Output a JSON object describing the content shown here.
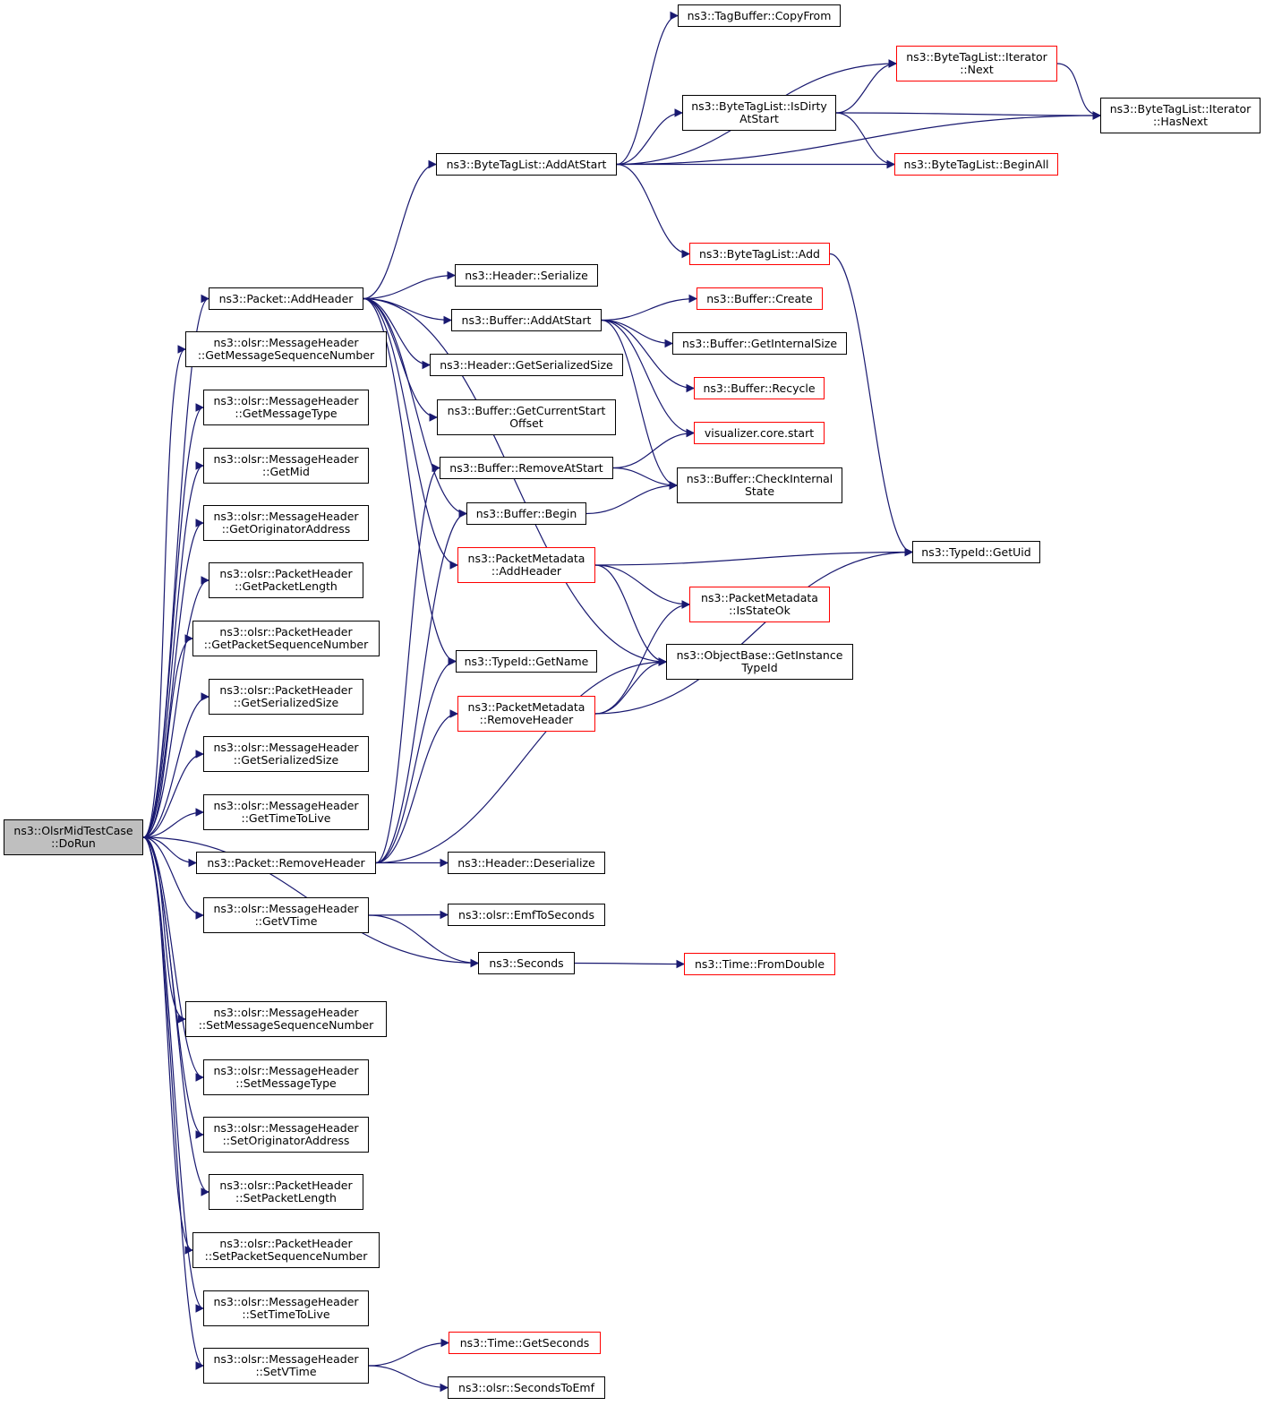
{
  "colors": {
    "edge": "#191970",
    "border": "#000000",
    "truncated_border": "#ff0000",
    "root_fill": "#bfbfbf",
    "background": "#ffffff"
  },
  "nodes": {
    "root": {
      "line1": "ns3::OlsrMidTestCase",
      "line2": "::DoRun",
      "truncated": false
    },
    "pkt_addheader": {
      "line1": "ns3::Packet::AddHeader",
      "truncated": false
    },
    "mh_getmsgseq": {
      "line1": "ns3::olsr::MessageHeader",
      "line2": "::GetMessageSequenceNumber",
      "truncated": false
    },
    "mh_getmsgtype": {
      "line1": "ns3::olsr::MessageHeader",
      "line2": "::GetMessageType",
      "truncated": false
    },
    "mh_getmid": {
      "line1": "ns3::olsr::MessageHeader",
      "line2": "::GetMid",
      "truncated": false
    },
    "mh_getorig": {
      "line1": "ns3::olsr::MessageHeader",
      "line2": "::GetOriginatorAddress",
      "truncated": false
    },
    "ph_getpktlen": {
      "line1": "ns3::olsr::PacketHeader",
      "line2": "::GetPacketLength",
      "truncated": false
    },
    "ph_getpktseq": {
      "line1": "ns3::olsr::PacketHeader",
      "line2": "::GetPacketSequenceNumber",
      "truncated": false
    },
    "ph_getsersize": {
      "line1": "ns3::olsr::PacketHeader",
      "line2": "::GetSerializedSize",
      "truncated": false
    },
    "mh_getsersize": {
      "line1": "ns3::olsr::MessageHeader",
      "line2": "::GetSerializedSize",
      "truncated": false
    },
    "mh_getttl": {
      "line1": "ns3::olsr::MessageHeader",
      "line2": "::GetTimeToLive",
      "truncated": false
    },
    "pkt_removeheader": {
      "line1": "ns3::Packet::RemoveHeader",
      "truncated": false
    },
    "mh_getvtime": {
      "line1": "ns3::olsr::MessageHeader",
      "line2": "::GetVTime",
      "truncated": false
    },
    "mh_setmsgseq": {
      "line1": "ns3::olsr::MessageHeader",
      "line2": "::SetMessageSequenceNumber",
      "truncated": false
    },
    "mh_setmsgtype": {
      "line1": "ns3::olsr::MessageHeader",
      "line2": "::SetMessageType",
      "truncated": false
    },
    "mh_setorig": {
      "line1": "ns3::olsr::MessageHeader",
      "line2": "::SetOriginatorAddress",
      "truncated": false
    },
    "ph_setpktlen": {
      "line1": "ns3::olsr::PacketHeader",
      "line2": "::SetPacketLength",
      "truncated": false
    },
    "ph_setpktseq": {
      "line1": "ns3::olsr::PacketHeader",
      "line2": "::SetPacketSequenceNumber",
      "truncated": false
    },
    "mh_setttl": {
      "line1": "ns3::olsr::MessageHeader",
      "line2": "::SetTimeToLive",
      "truncated": false
    },
    "mh_setvtime": {
      "line1": "ns3::olsr::MessageHeader",
      "line2": "::SetVTime",
      "truncated": false
    },
    "btl_addatstart": {
      "line1": "ns3::ByteTagList::AddAtStart",
      "truncated": false
    },
    "hdr_serialize": {
      "line1": "ns3::Header::Serialize",
      "truncated": false
    },
    "buf_addatstart": {
      "line1": "ns3::Buffer::AddAtStart",
      "truncated": false
    },
    "hdr_getsersize": {
      "line1": "ns3::Header::GetSerializedSize",
      "truncated": false
    },
    "buf_getcurstart": {
      "line1": "ns3::Buffer::GetCurrentStart",
      "line2": "Offset",
      "truncated": false
    },
    "buf_removeatstart": {
      "line1": "ns3::Buffer::RemoveAtStart",
      "truncated": false
    },
    "buf_begin": {
      "line1": "ns3::Buffer::Begin",
      "truncated": false
    },
    "pm_addheader": {
      "line1": "ns3::PacketMetadata",
      "line2": "::AddHeader",
      "truncated": true
    },
    "typeid_getname": {
      "line1": "ns3::TypeId::GetName",
      "truncated": false
    },
    "pm_removeheader": {
      "line1": "ns3::PacketMetadata",
      "line2": "::RemoveHeader",
      "truncated": true
    },
    "hdr_deserialize": {
      "line1": "ns3::Header::Deserialize",
      "truncated": false
    },
    "emf_toseconds": {
      "line1": "ns3::olsr::EmfToSeconds",
      "truncated": false
    },
    "seconds": {
      "line1": "ns3::Seconds",
      "truncated": false
    },
    "time_getseconds": {
      "line1": "ns3::Time::GetSeconds",
      "truncated": true
    },
    "seconds_toemf": {
      "line1": "ns3::olsr::SecondsToEmf",
      "truncated": false
    },
    "tagbuf_copyfrom": {
      "line1": "ns3::TagBuffer::CopyFrom",
      "truncated": false
    },
    "btl_isdirty": {
      "line1": "ns3::ByteTagList::IsDirty",
      "line2": "AtStart",
      "truncated": false
    },
    "btl_add": {
      "line1": "ns3::ByteTagList::Add",
      "truncated": true
    },
    "buf_create": {
      "line1": "ns3::Buffer::Create",
      "truncated": true
    },
    "buf_getintsize": {
      "line1": "ns3::Buffer::GetInternalSize",
      "truncated": false
    },
    "buf_recycle": {
      "line1": "ns3::Buffer::Recycle",
      "truncated": true
    },
    "vis_start": {
      "line1": "visualizer.core.start",
      "truncated": true
    },
    "buf_checkint": {
      "line1": "ns3::Buffer::CheckInternal",
      "line2": "State",
      "truncated": false
    },
    "pm_isstateok": {
      "line1": "ns3::PacketMetadata",
      "line2": "::IsStateOk",
      "truncated": true
    },
    "ob_getinst": {
      "line1": "ns3::ObjectBase::GetInstance",
      "line2": "TypeId",
      "truncated": false
    },
    "time_fromdouble": {
      "line1": "ns3::Time::FromDouble",
      "truncated": true
    },
    "btl_it_next": {
      "line1": "ns3::ByteTagList::Iterator",
      "line2": "::Next",
      "truncated": true
    },
    "btl_beginall": {
      "line1": "ns3::ByteTagList::BeginAll",
      "truncated": true
    },
    "typeid_getuid": {
      "line1": "ns3::TypeId::GetUid",
      "truncated": false
    },
    "btl_it_hasnext": {
      "line1": "ns3::ByteTagList::Iterator",
      "line2": "::HasNext",
      "truncated": false
    }
  },
  "edges": [
    [
      "root",
      "pkt_addheader"
    ],
    [
      "root",
      "mh_getmsgseq"
    ],
    [
      "root",
      "mh_getmsgtype"
    ],
    [
      "root",
      "mh_getmid"
    ],
    [
      "root",
      "mh_getorig"
    ],
    [
      "root",
      "ph_getpktlen"
    ],
    [
      "root",
      "ph_getpktseq"
    ],
    [
      "root",
      "ph_getsersize"
    ],
    [
      "root",
      "mh_getsersize"
    ],
    [
      "root",
      "mh_getttl"
    ],
    [
      "root",
      "pkt_removeheader"
    ],
    [
      "root",
      "mh_getvtime"
    ],
    [
      "root",
      "seconds"
    ],
    [
      "root",
      "mh_setmsgseq"
    ],
    [
      "root",
      "mh_setmsgtype"
    ],
    [
      "root",
      "mh_setorig"
    ],
    [
      "root",
      "ph_setpktlen"
    ],
    [
      "root",
      "ph_setpktseq"
    ],
    [
      "root",
      "mh_setttl"
    ],
    [
      "root",
      "mh_setvtime"
    ],
    [
      "pkt_addheader",
      "btl_addatstart"
    ],
    [
      "pkt_addheader",
      "hdr_serialize"
    ],
    [
      "pkt_addheader",
      "buf_addatstart"
    ],
    [
      "pkt_addheader",
      "hdr_getsersize"
    ],
    [
      "pkt_addheader",
      "buf_getcurstart"
    ],
    [
      "pkt_addheader",
      "buf_begin"
    ],
    [
      "pkt_addheader",
      "pm_addheader"
    ],
    [
      "pkt_addheader",
      "typeid_getname"
    ],
    [
      "pkt_addheader",
      "ob_getinst"
    ],
    [
      "pkt_removeheader",
      "buf_removeatstart"
    ],
    [
      "pkt_removeheader",
      "buf_begin"
    ],
    [
      "pkt_removeheader",
      "typeid_getname"
    ],
    [
      "pkt_removeheader",
      "pm_removeheader"
    ],
    [
      "pkt_removeheader",
      "hdr_deserialize"
    ],
    [
      "pkt_removeheader",
      "ob_getinst"
    ],
    [
      "mh_getvtime",
      "emf_toseconds"
    ],
    [
      "mh_getvtime",
      "seconds"
    ],
    [
      "mh_setvtime",
      "time_getseconds"
    ],
    [
      "mh_setvtime",
      "seconds_toemf"
    ],
    [
      "seconds",
      "time_fromdouble"
    ],
    [
      "btl_addatstart",
      "tagbuf_copyfrom"
    ],
    [
      "btl_addatstart",
      "btl_it_next"
    ],
    [
      "btl_addatstart",
      "btl_isdirty"
    ],
    [
      "btl_addatstart",
      "btl_beginall"
    ],
    [
      "btl_addatstart",
      "btl_it_hasnext"
    ],
    [
      "btl_addatstart",
      "btl_add"
    ],
    [
      "btl_isdirty",
      "btl_it_next"
    ],
    [
      "btl_isdirty",
      "btl_it_hasnext"
    ],
    [
      "btl_isdirty",
      "btl_beginall"
    ],
    [
      "btl_it_next",
      "btl_it_hasnext"
    ],
    [
      "btl_add",
      "typeid_getuid"
    ],
    [
      "buf_addatstart",
      "buf_create"
    ],
    [
      "buf_addatstart",
      "buf_getintsize"
    ],
    [
      "buf_addatstart",
      "buf_recycle"
    ],
    [
      "buf_addatstart",
      "vis_start"
    ],
    [
      "buf_addatstart",
      "buf_checkint"
    ],
    [
      "buf_removeatstart",
      "vis_start"
    ],
    [
      "buf_removeatstart",
      "buf_checkint"
    ],
    [
      "buf_begin",
      "buf_checkint"
    ],
    [
      "pm_addheader",
      "typeid_getuid"
    ],
    [
      "pm_addheader",
      "pm_isstateok"
    ],
    [
      "pm_addheader",
      "ob_getinst"
    ],
    [
      "pm_removeheader",
      "pm_isstateok"
    ],
    [
      "pm_removeheader",
      "ob_getinst"
    ],
    [
      "pm_removeheader",
      "typeid_getuid"
    ]
  ]
}
